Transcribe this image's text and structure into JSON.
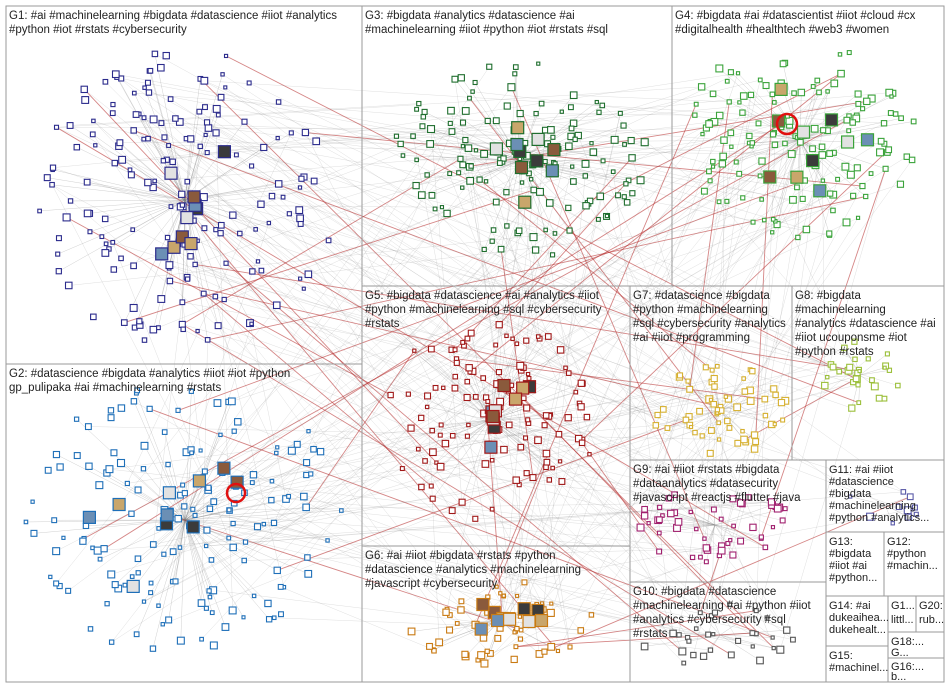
{
  "colors": {
    "background": "#ffffff",
    "box_border": "#9a9a9a",
    "edge_gray": "#7a7a7a",
    "edge_red": "#b22222",
    "g1": "#2b2b8c",
    "g2": "#1e6fb8",
    "g3": "#1f6e2e",
    "g4": "#3aa33a",
    "g5": "#a01818",
    "g6": "#c97a12",
    "g7": "#d6b030",
    "g8": "#9bbf3a",
    "g9": "#a0206e",
    "g10": "#555555",
    "g11": "#5a5aa8"
  },
  "groups": [
    {
      "id": "g1",
      "lines": [
        "G1: #ai #machinelearning #bigdata #datascience #iiot #analytics",
        "#python #iot #rstats #cybersecurity"
      ]
    },
    {
      "id": "g2",
      "lines": [
        "G2: #datascience #bigdata #analytics #iiot #iot #python",
        "gp_pulipaka #ai #machinelearning #rstats"
      ]
    },
    {
      "id": "g3",
      "lines": [
        "G3: #bigdata #analytics #datascience #ai",
        "#machinelearning #iiot #python #iot #rstats #sql"
      ]
    },
    {
      "id": "g4",
      "lines": [
        "G4: #bigdata #ai #datascientist #iiot #cloud #cx",
        "#digitalhealth #healthtech #web3 #women"
      ]
    },
    {
      "id": "g5",
      "lines": [
        "G5: #bigdata #datascience #ai #analytics #iiot",
        "#python #machinelearning #sql #cybersecurity",
        "#rstats"
      ]
    },
    {
      "id": "g6",
      "lines": [
        "G6: #ai #iiot #bigdata #rstats #python",
        "#datascience #analytics #machinelearning",
        "#javascript #cybersecurity"
      ]
    },
    {
      "id": "g7",
      "lines": [
        "G7: #datascience #bigdata",
        "#python #machinelearning",
        "#sql #cybersecurity #analytics",
        "#ai #iiot #programming"
      ]
    },
    {
      "id": "g8",
      "lines": [
        "G8: #bigdata",
        "#machinelearning",
        "#analytics #datascience #ai",
        "#iiot ucouponsme #iot",
        "#python #rstats"
      ]
    },
    {
      "id": "g9",
      "lines": [
        "G9: #ai #iiot #rstats #bigdata",
        "#dataanalytics #datasecurity",
        "#javascript #reactjs #flutter #java"
      ]
    },
    {
      "id": "g10",
      "lines": [
        "G10: #bigdata #datascience",
        "#machinelearning #ai #python #iiot",
        "#analytics #cybersecurity #sql",
        "#rstats"
      ]
    },
    {
      "id": "g11",
      "lines": [
        "G11: #ai #iiot",
        "#datascience",
        "#bigdata",
        "#machinelearning",
        "#python #analytics..."
      ]
    },
    {
      "id": "g12",
      "lines": [
        "G12:",
        "#python",
        "#machin..."
      ]
    },
    {
      "id": "g13",
      "lines": [
        "G13:",
        "#bigdata",
        "#iiot #ai",
        "#python..."
      ]
    },
    {
      "id": "g14",
      "lines": [
        "G14: #ai",
        "dukeaihea...",
        "dukehealt..."
      ]
    },
    {
      "id": "g15",
      "lines": [
        "G15:",
        "#machinel..."
      ]
    },
    {
      "id": "g16",
      "lines": [
        "G16:...",
        "b..."
      ]
    },
    {
      "id": "g17",
      "lines": [
        "G1...",
        "littl..."
      ]
    },
    {
      "id": "g18",
      "lines": [
        "G18:...",
        "G..."
      ]
    },
    {
      "id": "g20",
      "lines": [
        "G20:",
        "rub..."
      ]
    }
  ]
}
